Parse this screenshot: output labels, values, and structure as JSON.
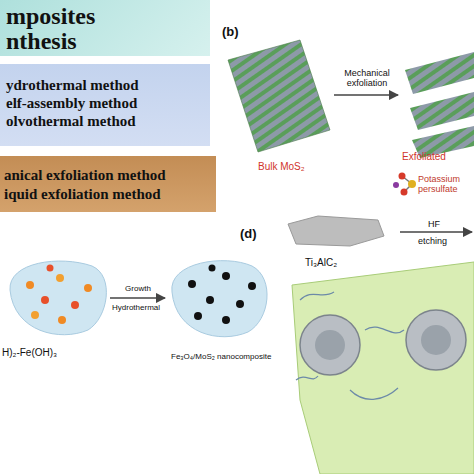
{
  "diagram": {
    "nodes": [
      {
        "text": [
          "mposites nthesis"
        ]
      },
      {
        "text": [
          "ydrothermal method",
          "elf-assembly method",
          "olvothermal method"
        ]
      },
      {
        "text": [
          "anical exfoliation method",
          "iquid exfoliation method"
        ]
      },
      {
        "text": [
          "Bulk MoS₂"
        ]
      },
      {
        "text": [
          "Exfoliated"
        ]
      },
      {
        "text": [
          "H)₂-Fe(OH)₃"
        ]
      },
      {
        "text": [
          "Fe₃O₄/MoS₂ nanocomposite"
        ]
      },
      {
        "text": [
          "Ti₃AlC₂"
        ]
      }
    ],
    "edges": [
      {
        "from": 3,
        "to": 4,
        "label": "Mechanical exfoliation",
        "arrow": "to"
      },
      {
        "from": 5,
        "to": 6,
        "label": "Growth",
        "arrow": "to"
      }
    ],
    "labels": [
      "(b)",
      "Potassium persulfate",
      "Hydrothermal",
      "(d)",
      "HF",
      "etching"
    ]
  }
}
